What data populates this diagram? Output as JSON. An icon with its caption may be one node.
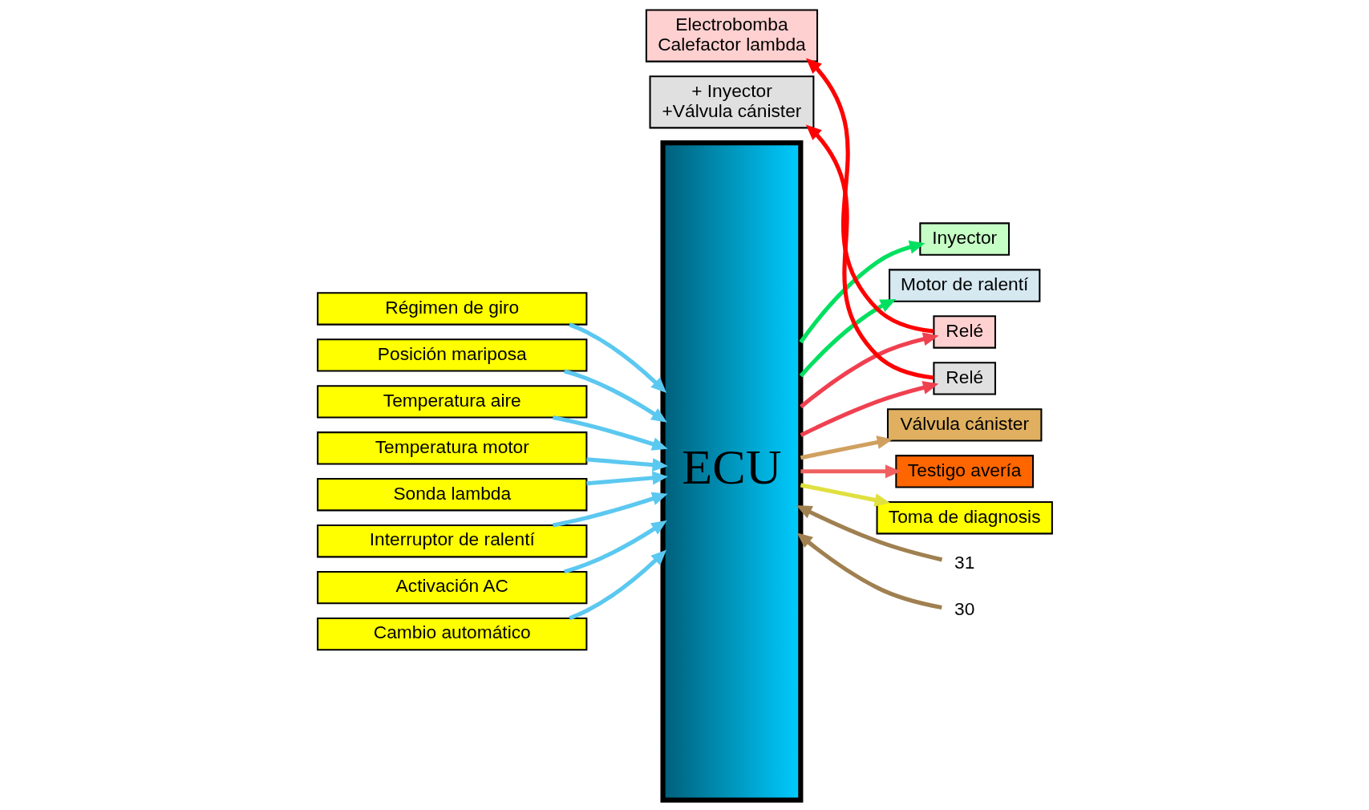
{
  "diagram": {
    "nodes": [
      {
        "text": [
          "Régimen de giro"
        ]
      },
      {
        "text": [
          "Posición mariposa"
        ]
      },
      {
        "text": [
          "Temperatura aire"
        ]
      },
      {
        "text": [
          "Temperatura motor"
        ]
      },
      {
        "text": [
          "Sonda lambda"
        ]
      },
      {
        "text": [
          "Interruptor de ralentí"
        ]
      },
      {
        "text": [
          "Activación AC"
        ]
      },
      {
        "text": [
          "Cambio automático"
        ]
      },
      {
        "text": [
          "ECU"
        ]
      },
      {
        "text": [
          "Inyector"
        ]
      },
      {
        "text": [
          "Motor de ralentí"
        ]
      },
      {
        "text": [
          "Relé"
        ]
      },
      {
        "text": [
          "Electrobomba",
          "Calefactor lambda"
        ]
      },
      {
        "text": [
          "Relé"
        ]
      },
      {
        "text": [
          "+ Inyector",
          "+Válvula cánister"
        ]
      },
      {
        "text": [
          "Válvula cánister"
        ]
      },
      {
        "text": [
          "Testigo avería"
        ]
      },
      {
        "text": [
          "Toma de diagnosis"
        ]
      },
      {
        "text": [
          "31"
        ]
      },
      {
        "text": [
          "30"
        ]
      }
    ],
    "edges": [
      {
        "from": 0,
        "to": 8,
        "arrow": "to"
      },
      {
        "from": 1,
        "to": 8,
        "arrow": "to"
      },
      {
        "from": 2,
        "to": 8,
        "arrow": "to"
      },
      {
        "from": 3,
        "to": 8,
        "arrow": "to"
      },
      {
        "from": 4,
        "to": 8,
        "arrow": "to"
      },
      {
        "from": 5,
        "to": 8,
        "arrow": "to"
      },
      {
        "from": 6,
        "to": 8,
        "arrow": "to"
      },
      {
        "from": 7,
        "to": 8,
        "arrow": "to"
      },
      {
        "from": 8,
        "to": 9,
        "arrow": "to",
        "color": "#00e060"
      },
      {
        "from": 8,
        "to": 10,
        "arrow": "to",
        "color": "#00e060"
      },
      {
        "from": 8,
        "to": 11,
        "arrow": "to",
        "color": "#f04050"
      },
      {
        "from": 11,
        "to": 12,
        "arrow": "to",
        "color": "#ff0000"
      },
      {
        "from": 8,
        "to": 13,
        "arrow": "to",
        "color": "#f04050"
      },
      {
        "from": 13,
        "to": 14,
        "arrow": "to",
        "color": "#ff0000"
      },
      {
        "from": 8,
        "to": 15,
        "arrow": "to",
        "color": "#d0a060"
      },
      {
        "from": 8,
        "to": 16,
        "arrow": "to",
        "color": "#f06060"
      },
      {
        "from": 8,
        "to": 17,
        "arrow": "to",
        "color": "#e0e040"
      },
      {
        "from": 18,
        "to": 8,
        "arrow": "to",
        "color": "#a08050"
      },
      {
        "from": 19,
        "to": 8,
        "arrow": "to",
        "color": "#a08050"
      }
    ]
  }
}
